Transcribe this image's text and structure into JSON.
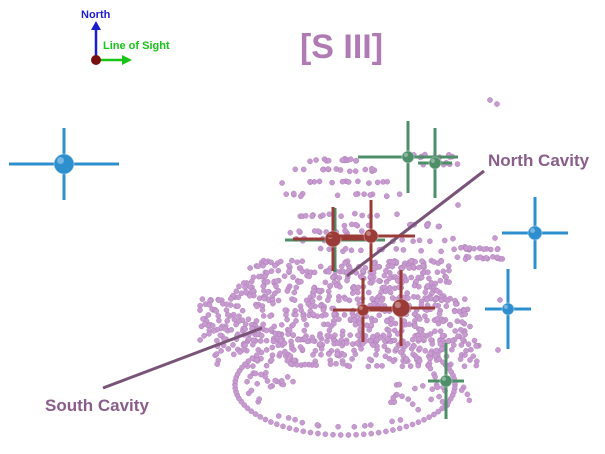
{
  "title": "[S III]",
  "labels": {
    "north_cavity": "North Cavity",
    "south_cavity": "South Cavity"
  },
  "axes": {
    "north": "North",
    "line_of_sight": "Line of Sight"
  },
  "colors": {
    "title": "#b07ab4",
    "cavity_text": "#8a5d8a",
    "cavity_line": "#7a5478",
    "point": "#c79ad0",
    "point_edge": "#a878b2",
    "blue_marker": "#2e8fcf",
    "red_marker": "#9b3b38",
    "green_marker": "#4e8f6a",
    "north_axis": "#1c1cd0",
    "los_axis": "#18c418",
    "origin": "#7a1010"
  },
  "icons": {
    "orientation": "north-los-axes-icon",
    "marker": "crosshair-marker-icon"
  }
}
